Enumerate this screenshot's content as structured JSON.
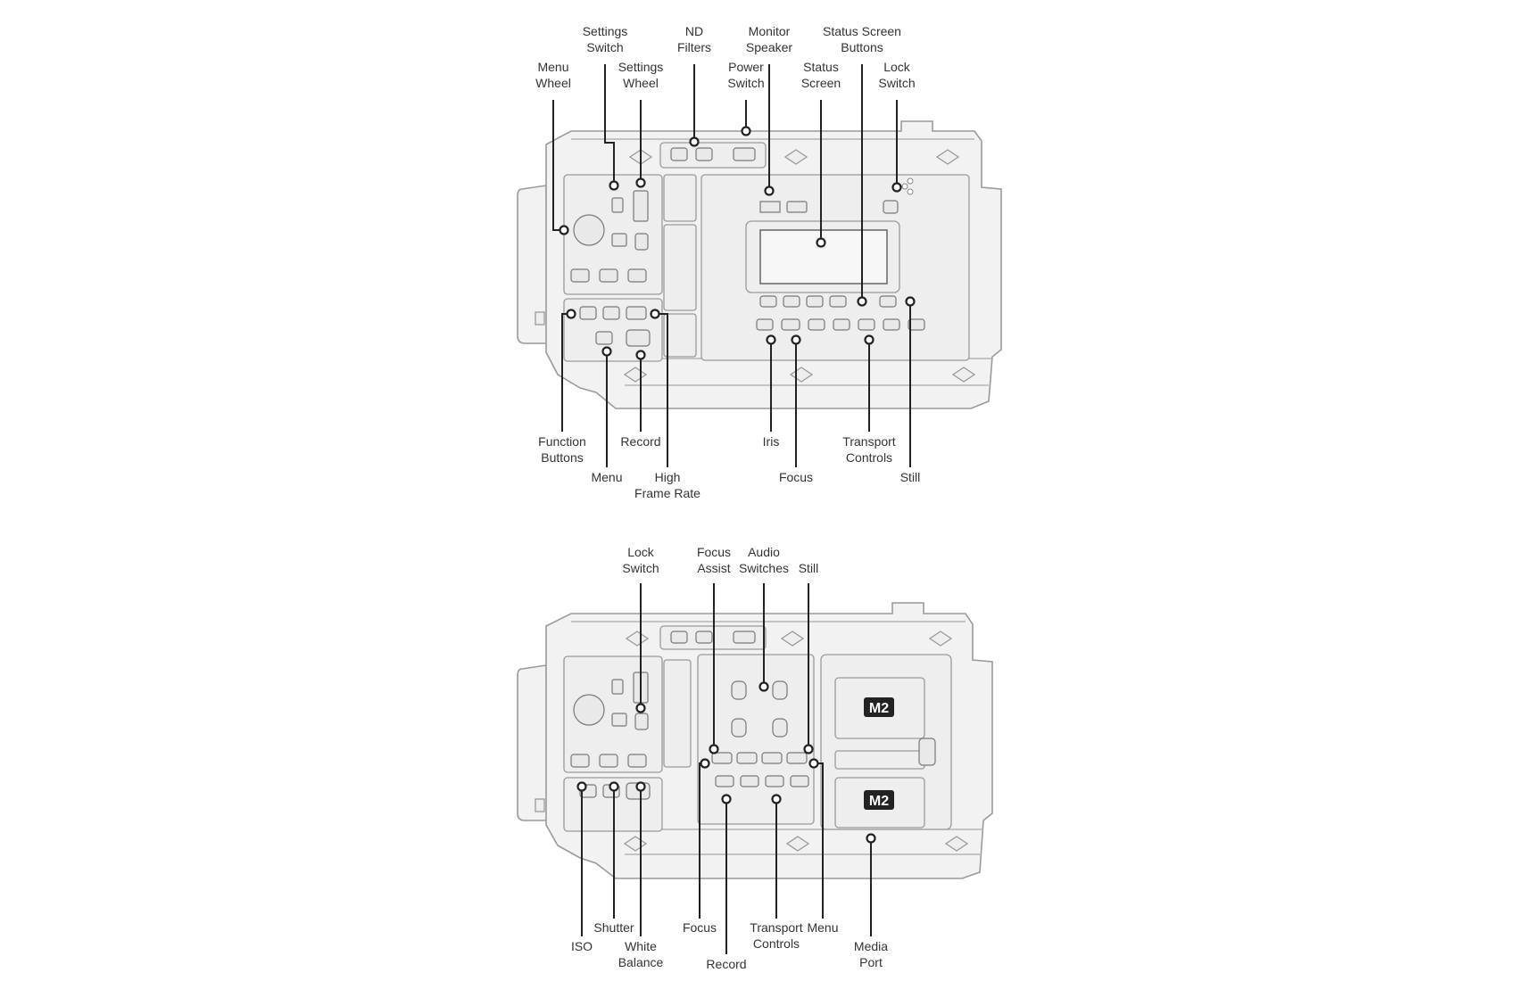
{
  "diagrams": [
    {
      "labels": [
        {
          "id": "menu-wheel",
          "lines": [
            "Menu",
            "Wheel"
          ]
        },
        {
          "id": "settings-switch",
          "lines": [
            "Settings",
            "Switch"
          ]
        },
        {
          "id": "settings-wheel",
          "lines": [
            "Settings",
            "Wheel"
          ]
        },
        {
          "id": "nd-filters",
          "lines": [
            "ND",
            "Filters"
          ]
        },
        {
          "id": "power-switch",
          "lines": [
            "Power",
            "Switch"
          ]
        },
        {
          "id": "monitor-speaker",
          "lines": [
            "Monitor",
            "Speaker"
          ]
        },
        {
          "id": "status-screen",
          "lines": [
            "Status",
            "Screen"
          ]
        },
        {
          "id": "status-screen-buttons",
          "lines": [
            "Status Screen",
            "Buttons"
          ]
        },
        {
          "id": "lock-switch",
          "lines": [
            "Lock",
            "Switch"
          ]
        },
        {
          "id": "function-buttons",
          "lines": [
            "Function",
            "Buttons"
          ]
        },
        {
          "id": "menu",
          "lines": [
            "Menu"
          ]
        },
        {
          "id": "record",
          "lines": [
            "Record"
          ]
        },
        {
          "id": "high-frame-rate",
          "lines": [
            "High",
            "Frame Rate"
          ]
        },
        {
          "id": "iris",
          "lines": [
            "Iris"
          ]
        },
        {
          "id": "focus",
          "lines": [
            "Focus"
          ]
        },
        {
          "id": "transport-controls",
          "lines": [
            "Transport",
            "Controls"
          ]
        },
        {
          "id": "still",
          "lines": [
            "Still"
          ]
        }
      ]
    },
    {
      "labels": [
        {
          "id": "lock-switch",
          "lines": [
            "Lock",
            "Switch"
          ]
        },
        {
          "id": "focus-assist",
          "lines": [
            "Focus",
            "Assist"
          ]
        },
        {
          "id": "audio-switches",
          "lines": [
            "Audio",
            "Switches"
          ]
        },
        {
          "id": "still",
          "lines": [
            "Still"
          ]
        },
        {
          "id": "iso",
          "lines": [
            "ISO"
          ]
        },
        {
          "id": "shutter",
          "lines": [
            "Shutter"
          ]
        },
        {
          "id": "white-balance",
          "lines": [
            "White",
            "Balance"
          ]
        },
        {
          "id": "focus",
          "lines": [
            "Focus"
          ]
        },
        {
          "id": "record",
          "lines": [
            "Record"
          ]
        },
        {
          "id": "transport-controls",
          "lines": [
            "Transport",
            "Controls"
          ]
        },
        {
          "id": "menu",
          "lines": [
            "Menu"
          ]
        },
        {
          "id": "media-port",
          "lines": [
            "Media",
            "Port"
          ]
        }
      ],
      "media_badges": [
        "M2",
        "M2"
      ]
    }
  ]
}
